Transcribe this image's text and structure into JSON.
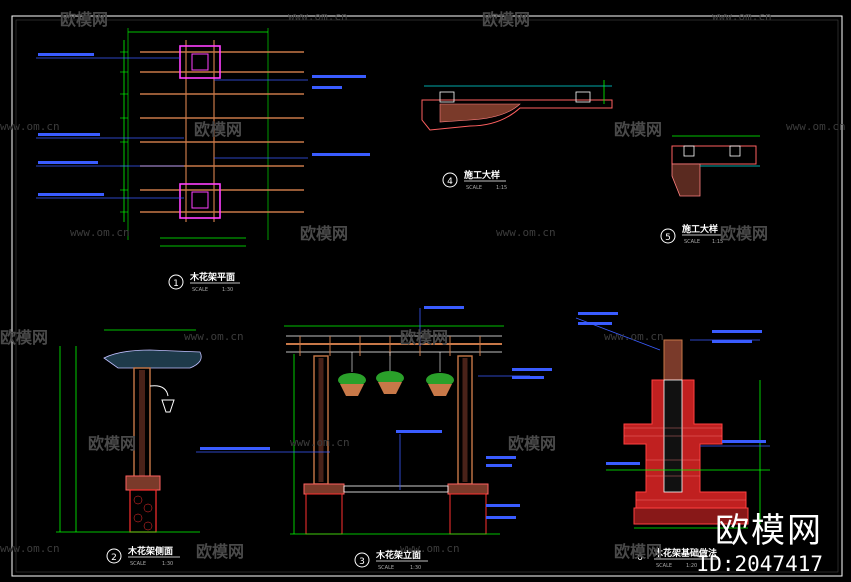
{
  "watermark": {
    "brand": "欧模网",
    "url": "www.om.cn",
    "url_short": "www.om.cn"
  },
  "brand_block": {
    "name": "欧模网",
    "id_text": "ID:2047417"
  },
  "drawings": [
    {
      "number": "1",
      "title": "木花架平面",
      "scale_label": "SCALE",
      "scale": "1:30"
    },
    {
      "number": "2",
      "title": "木花架侧面",
      "scale_label": "SCALE",
      "scale": "1:30"
    },
    {
      "number": "3",
      "title": "木花架立面",
      "scale_label": "SCALE",
      "scale": "1:30"
    },
    {
      "number": "4",
      "title": "施工大样",
      "scale_label": "SCALE",
      "scale": "1:15"
    },
    {
      "number": "5",
      "title": "施工大样",
      "scale_label": "SCALE",
      "scale": "1:15"
    },
    {
      "number": "6",
      "title": "木花架基础做法",
      "scale_label": "SCALE",
      "scale": "1:20"
    }
  ],
  "colors": {
    "background": "#000000",
    "dimension": "#00ff00",
    "annotation": "#3a5cff",
    "structure": "#ff3030",
    "beam": "#c87848",
    "column": "#ff40ff",
    "detail": "#00e0e0",
    "text": "#ffffff"
  }
}
